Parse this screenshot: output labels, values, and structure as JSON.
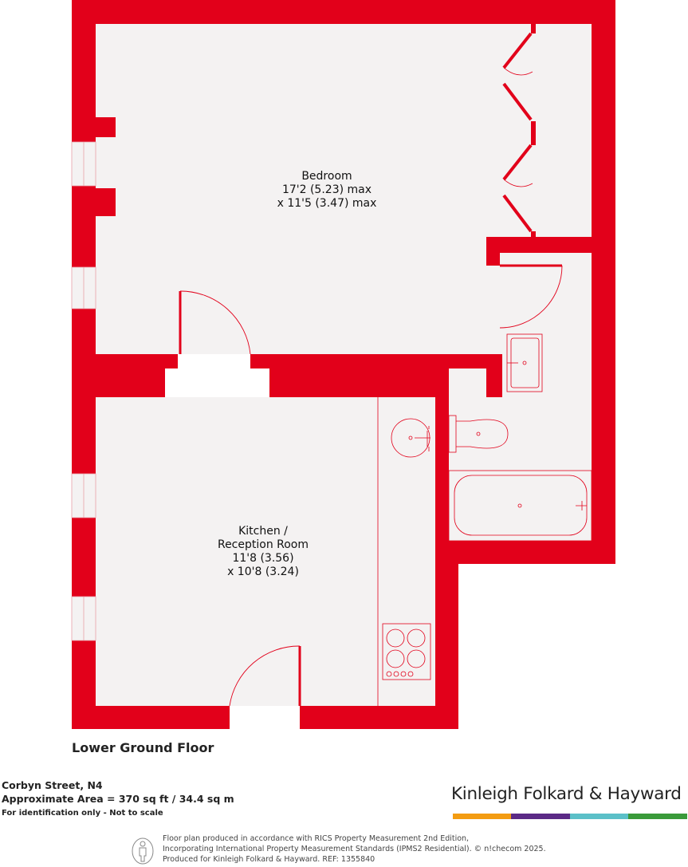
{
  "rooms": {
    "bedroom": {
      "name": "Bedroom",
      "dim1": "17'2 (5.23) max",
      "dim2": "x 11'5 (3.47) max"
    },
    "kitchen": {
      "name1": "Kitchen /",
      "name2": "Reception Room",
      "dim1": "11'8 (3.56)",
      "dim2": "x 10'8 (3.24)"
    }
  },
  "floor_label": "Lower Ground Floor",
  "property": {
    "address": "Corbyn Street, N4",
    "area": "Approximate Area = 370 sq ft / 34.4 sq m",
    "disclaimer": "For identification only - Not to scale"
  },
  "brand": {
    "name": "Kinleigh Folkard & Hayward",
    "bar_colors": [
      "#f39c12",
      "#5b2a86",
      "#5bc0c8",
      "#3a9a3a"
    ]
  },
  "footer": {
    "line1": "Floor plan produced in accordance with RICS Property Measurement 2nd Edition,",
    "line2": "Incorporating International Property Measurement Standards (IPMS2 Residential).  © n!checom 2025.",
    "line3": "Produced for Kinleigh Folkard & Hayward.   REF: 1355840"
  },
  "colors": {
    "wall": "#e2001a",
    "floor": "#f4f2f2",
    "fixture": "#e2001a"
  }
}
